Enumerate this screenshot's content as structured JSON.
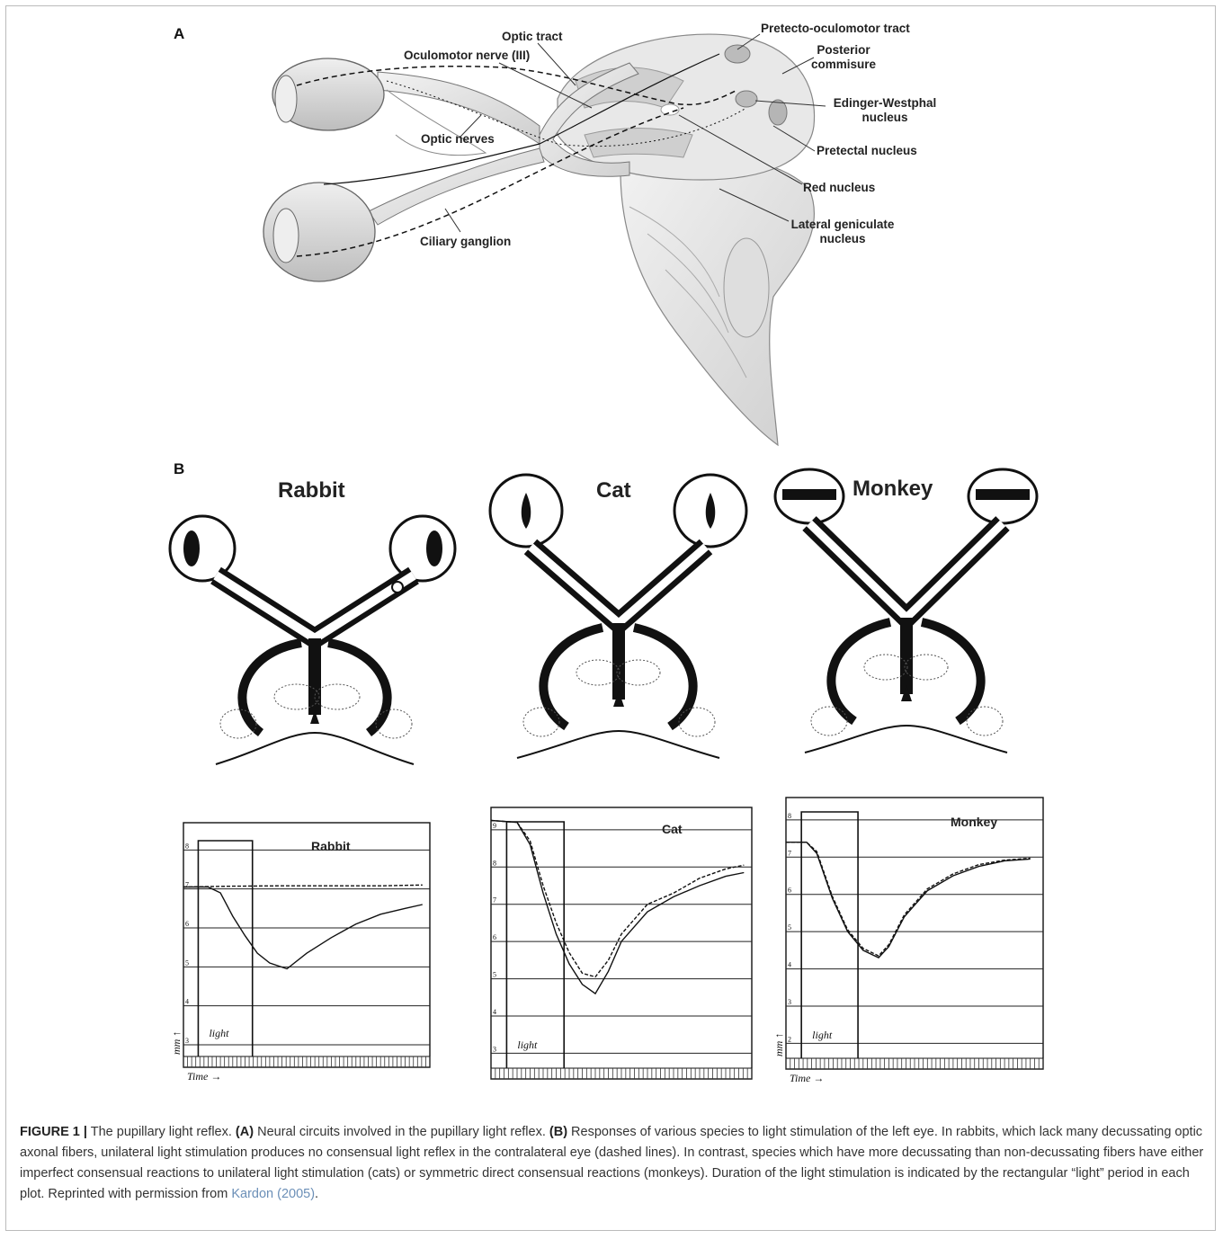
{
  "panel_a": {
    "letter": "A",
    "labels": {
      "optic_tract": "Optic tract",
      "oculomotor_nerve": "Oculomotor nerve (III)",
      "pretecto_oculomotor_tract": "Pretecto-oculomotor tract",
      "posterior_commisure_1": "Posterior",
      "posterior_commisure_2": "commisure",
      "edinger_westphal_1": "Edinger-Westphal",
      "edinger_westphal_2": "nucleus",
      "optic_nerves": "Optic nerves",
      "pretectal_nucleus": "Pretectal nucleus",
      "red_nucleus": "Red nucleus",
      "lgn_1": "Lateral geniculate",
      "lgn_2": "nucleus",
      "ciliary_ganglion": "Ciliary ganglion"
    }
  },
  "panel_b": {
    "letter": "B",
    "species": [
      "Rabbit",
      "Cat",
      "Monkey"
    ]
  },
  "handwritten": {
    "light": "light",
    "time": "Time →",
    "mm": "mm ↑"
  },
  "chart_data": [
    {
      "type": "line",
      "title": "Rabbit",
      "xlabel": "Time →",
      "ylabel": "mm ↑",
      "yticks": [
        "8",
        "7",
        "6",
        "5",
        "4",
        "3"
      ],
      "ylim": [
        2.7,
        8.7
      ],
      "light_period": [
        0.06,
        0.28
      ],
      "series": [
        {
          "style": "solid",
          "x": [
            0.0,
            0.1,
            0.15,
            0.2,
            0.25,
            0.3,
            0.35,
            0.42,
            0.5,
            0.6,
            0.7,
            0.8,
            0.9,
            0.97
          ],
          "y": [
            7.05,
            7.05,
            6.9,
            6.3,
            5.8,
            5.35,
            5.1,
            4.95,
            5.35,
            5.75,
            6.1,
            6.35,
            6.5,
            6.6
          ]
        },
        {
          "style": "dashed",
          "x": [
            0.0,
            0.2,
            0.4,
            0.6,
            0.8,
            0.97
          ],
          "y": [
            7.05,
            7.07,
            7.08,
            7.08,
            7.08,
            7.1
          ]
        }
      ]
    },
    {
      "type": "line",
      "title": "Cat",
      "yticks": [
        "9",
        "8",
        "7",
        "6",
        "5",
        "4",
        "3"
      ],
      "ylim": [
        2.6,
        9.6
      ],
      "light_period": [
        0.06,
        0.28
      ],
      "series": [
        {
          "style": "solid",
          "x": [
            0.0,
            0.1,
            0.15,
            0.2,
            0.25,
            0.3,
            0.35,
            0.4,
            0.45,
            0.5,
            0.6,
            0.7,
            0.8,
            0.9,
            0.97
          ],
          "y": [
            9.25,
            9.2,
            8.6,
            7.3,
            6.2,
            5.4,
            4.85,
            4.6,
            5.2,
            6.0,
            6.8,
            7.2,
            7.5,
            7.75,
            7.85
          ]
        },
        {
          "style": "dashed",
          "x": [
            0.0,
            0.1,
            0.15,
            0.2,
            0.25,
            0.3,
            0.35,
            0.4,
            0.45,
            0.5,
            0.6,
            0.7,
            0.8,
            0.9,
            0.97
          ],
          "y": [
            9.25,
            9.2,
            8.7,
            7.5,
            6.5,
            5.7,
            5.15,
            5.05,
            5.5,
            6.2,
            7.0,
            7.3,
            7.7,
            7.95,
            8.05
          ]
        }
      ]
    },
    {
      "type": "line",
      "title": "Monkey",
      "xlabel": "Time →",
      "ylabel": "mm ↑",
      "yticks": [
        "8",
        "7",
        "6",
        "5",
        "4",
        "3",
        "2"
      ],
      "ylim": [
        1.6,
        8.6
      ],
      "light_period": [
        0.06,
        0.28
      ],
      "series": [
        {
          "style": "solid",
          "x": [
            0.0,
            0.08,
            0.12,
            0.18,
            0.24,
            0.3,
            0.36,
            0.4,
            0.46,
            0.55,
            0.65,
            0.75,
            0.85,
            0.95
          ],
          "y": [
            7.4,
            7.4,
            7.1,
            5.9,
            5.0,
            4.5,
            4.3,
            4.6,
            5.4,
            6.1,
            6.5,
            6.75,
            6.9,
            6.95
          ]
        },
        {
          "style": "dashed",
          "x": [
            0.0,
            0.08,
            0.12,
            0.18,
            0.24,
            0.3,
            0.36,
            0.4,
            0.46,
            0.55,
            0.65,
            0.75,
            0.85,
            0.95
          ],
          "y": [
            7.4,
            7.4,
            7.15,
            5.95,
            5.05,
            4.55,
            4.35,
            4.65,
            5.45,
            6.15,
            6.55,
            6.8,
            6.92,
            6.97
          ]
        }
      ]
    }
  ],
  "caption": {
    "figure_label": "FIGURE 1 |",
    "intro": " The pupillary light reflex. ",
    "a_label": "(A)",
    "a_text": " Neural circuits involved in the pupillary light reflex. ",
    "b_label": "(B)",
    "b_text": " Responses of various species to light stimulation of the left eye. In rabbits, which lack many decussating optic axonal fibers, unilateral light stimulation produces no consensual light reflex in the contralateral eye (dashed lines). In contrast, species which have more decussating than non-decussating fibers have either imperfect consensual reactions to unilateral light stimulation (cats) or symmetric direct consensual reactions (monkeys). Duration of the light stimulation is indicated by the rectangular “light” period in each plot. Reprinted with permission from ",
    "ref": "Kardon (2005)",
    "end": "."
  }
}
